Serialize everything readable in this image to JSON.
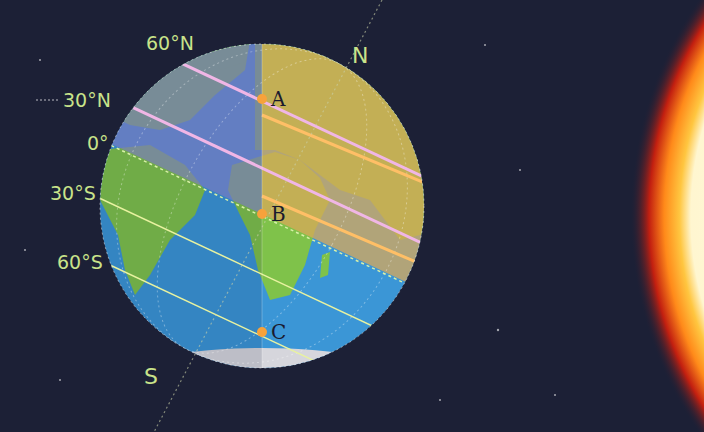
{
  "diagram": {
    "labels": [
      "60°N",
      "30°N",
      "0°",
      "30°S",
      "60°S",
      "N",
      "A",
      "B",
      "C",
      "S"
    ]
  }
}
